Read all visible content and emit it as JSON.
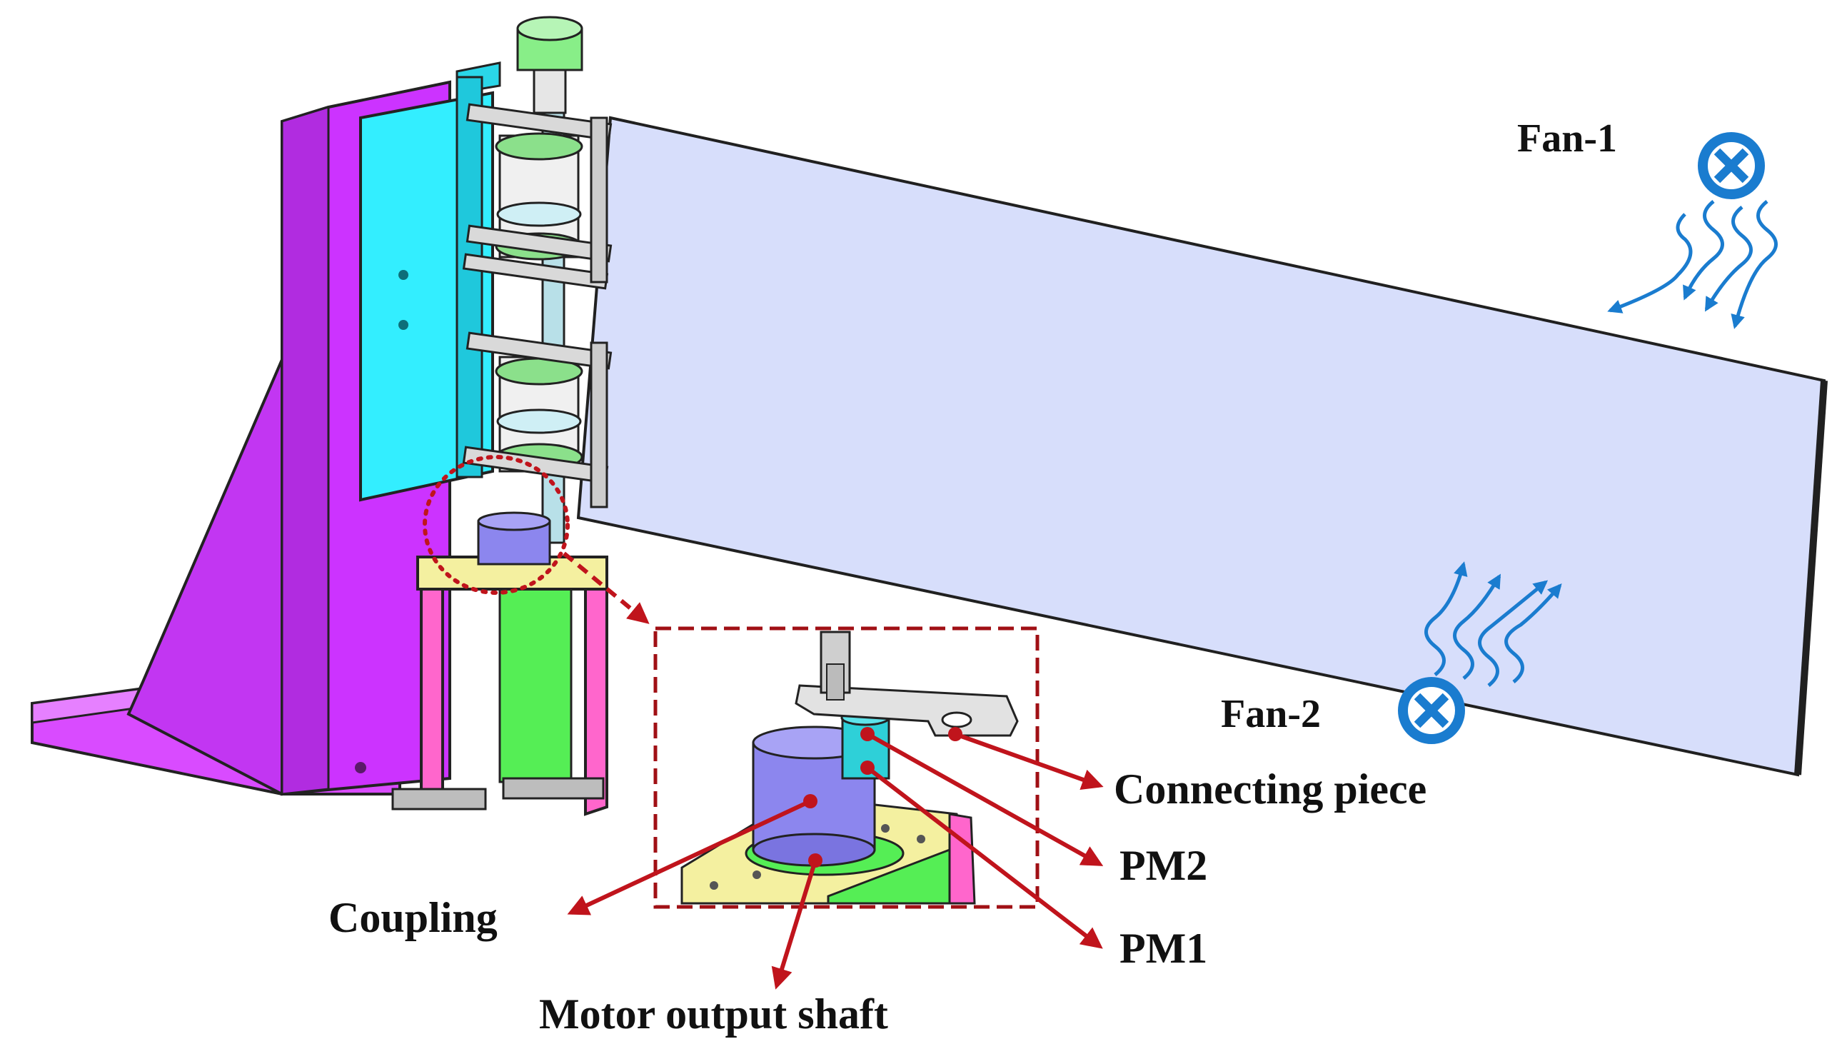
{
  "labels": {
    "fan1": "Fan-1",
    "fan2": "Fan-2",
    "connecting_piece": "Connecting piece",
    "pm2": "PM2",
    "pm1": "PM1",
    "coupling": "Coupling",
    "motor_output_shaft": "Motor output shaft"
  },
  "icons": {
    "fan1": "fan-cross-circle-icon",
    "fan2": "fan-cross-circle-icon",
    "airflow": "wavy-airflow-arrow-icon"
  },
  "colors": {
    "frame_magenta": "#cc33ff",
    "base_magenta": "#d94bff",
    "column_pink": "#ff66cc",
    "cyan_plate": "#33eeff",
    "panel": "#d7defb",
    "callout_red": "#c0141c",
    "fan_blue": "#1a7ccf",
    "coupling_violet": "#8c86ee",
    "pm_cyan": "#2ed0d8",
    "bracket_yellow": "#f4f0a0",
    "green": "#55ee55",
    "grey_part": "#d8d8d8"
  }
}
